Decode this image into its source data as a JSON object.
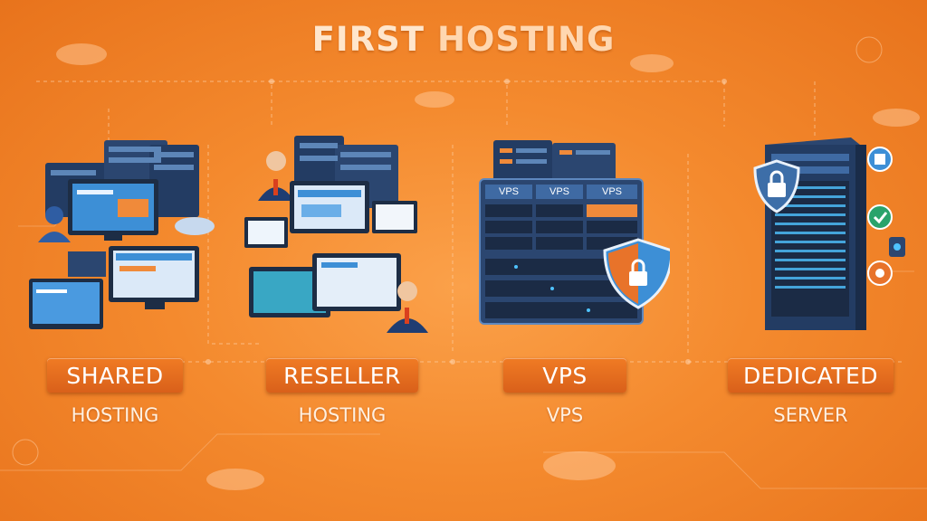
{
  "title": {
    "part1": "FIRST ",
    "part2": "HOSTING"
  },
  "plans": [
    {
      "label": "SHARED",
      "sub": "HOSTING"
    },
    {
      "label": "RESELLER",
      "sub": "HOSTING"
    },
    {
      "label": "VPS",
      "sub": "VPS"
    },
    {
      "label": "DEDICATED",
      "sub": "SERVER"
    }
  ],
  "vps_badges": [
    "VPS",
    "VPS",
    "VPS"
  ],
  "colors": {
    "background": "#f48a2e",
    "button": "#e36a1e",
    "server": "#2b4670",
    "screen": "#3d8fd6",
    "shield": "#e8732a"
  },
  "icons": [
    "cloud-icon",
    "server-rack-icon",
    "monitor-icon",
    "person-icon",
    "shield-lock-icon",
    "padlock-icon",
    "check-icon",
    "database-icon",
    "gear-icon",
    "lock-icon"
  ]
}
